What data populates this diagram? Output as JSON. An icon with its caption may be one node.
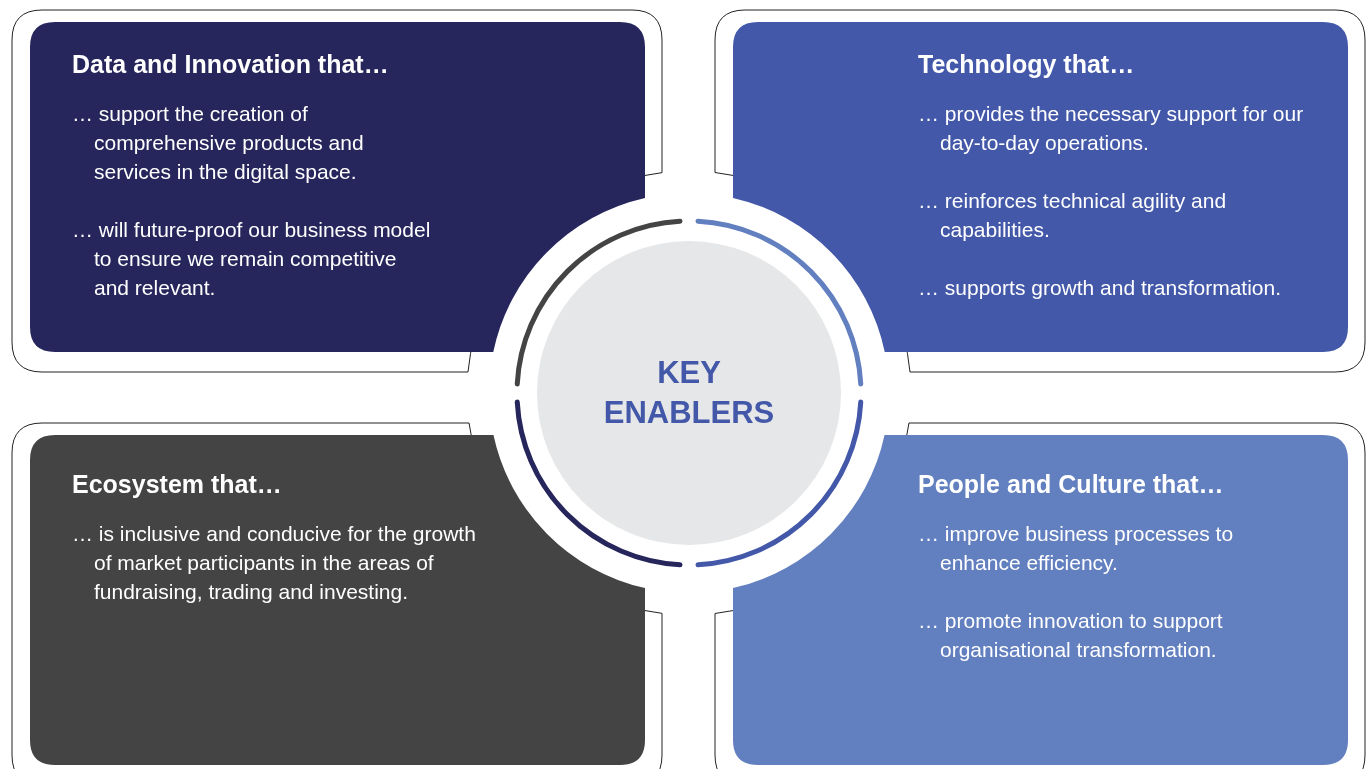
{
  "diagram": {
    "nodes": [
      {
        "text": [
          "Data and Innovation that…",
          "… support the creation of comprehensive products and services in the digital space.",
          "… will future-proof our business model to ensure we remain competitive and relevant."
        ]
      },
      {
        "text": [
          "Technology that…",
          "… provides the necessary support for our day-to-day operations.",
          "… reinforces technical agility and capabilities.",
          "… supports growth and transformation."
        ]
      },
      {
        "text": [
          "KEY ENABLERS"
        ]
      },
      {
        "text": [
          "Ecosystem that…",
          "… is inclusive and conducive for the growth of market participants in the areas of fundraising, trading and investing."
        ]
      },
      {
        "text": [
          "People and Culture that…",
          "… improve business processes to enhance efficiency.",
          "… promote innovation to support organisational transformation."
        ]
      }
    ],
    "edges": []
  }
}
